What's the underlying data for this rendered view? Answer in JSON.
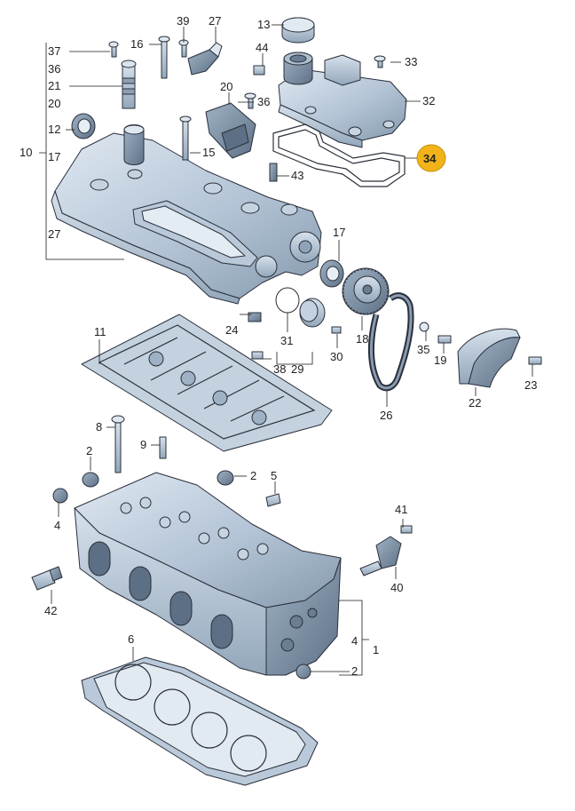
{
  "diagram": {
    "colors": {
      "metal_light": "#cdd9e6",
      "metal_mid": "#a9bccf",
      "metal_dark": "#7f93a8",
      "outline": "#2a2f3a",
      "highlight": "#f2b31a",
      "highlight_stroke": "#c8900a",
      "label_text": "#222222"
    },
    "highlighted_label": "34",
    "labels": [
      {
        "id": "13",
        "text": "13"
      },
      {
        "id": "39",
        "text": "39"
      },
      {
        "id": "27a",
        "text": "27"
      },
      {
        "id": "37",
        "text": "37"
      },
      {
        "id": "16",
        "text": "16"
      },
      {
        "id": "44",
        "text": "44"
      },
      {
        "id": "33",
        "text": "33"
      },
      {
        "id": "36a",
        "text": "36"
      },
      {
        "id": "21",
        "text": "21"
      },
      {
        "id": "20a",
        "text": "20"
      },
      {
        "id": "20b",
        "text": "20"
      },
      {
        "id": "36b",
        "text": "36"
      },
      {
        "id": "32",
        "text": "32"
      },
      {
        "id": "12",
        "text": "12"
      },
      {
        "id": "10",
        "text": "10"
      },
      {
        "id": "17a",
        "text": "17"
      },
      {
        "id": "15",
        "text": "15"
      },
      {
        "id": "34",
        "text": "34"
      },
      {
        "id": "43",
        "text": "43"
      },
      {
        "id": "27b",
        "text": "27"
      },
      {
        "id": "17b",
        "text": "17"
      },
      {
        "id": "11",
        "text": "11"
      },
      {
        "id": "24",
        "text": "24"
      },
      {
        "id": "31",
        "text": "31"
      },
      {
        "id": "18",
        "text": "18"
      },
      {
        "id": "35",
        "text": "35"
      },
      {
        "id": "19",
        "text": "19"
      },
      {
        "id": "30",
        "text": "30"
      },
      {
        "id": "38",
        "text": "38"
      },
      {
        "id": "29",
        "text": "29"
      },
      {
        "id": "23",
        "text": "23"
      },
      {
        "id": "26",
        "text": "26"
      },
      {
        "id": "22",
        "text": "22"
      },
      {
        "id": "8",
        "text": "8"
      },
      {
        "id": "9",
        "text": "9"
      },
      {
        "id": "2a",
        "text": "2"
      },
      {
        "id": "2b",
        "text": "2"
      },
      {
        "id": "5",
        "text": "5"
      },
      {
        "id": "4a",
        "text": "4"
      },
      {
        "id": "41",
        "text": "41"
      },
      {
        "id": "40",
        "text": "40"
      },
      {
        "id": "42",
        "text": "42"
      },
      {
        "id": "6",
        "text": "6"
      },
      {
        "id": "4b",
        "text": "4"
      },
      {
        "id": "1",
        "text": "1"
      },
      {
        "id": "2c",
        "text": "2"
      }
    ]
  }
}
